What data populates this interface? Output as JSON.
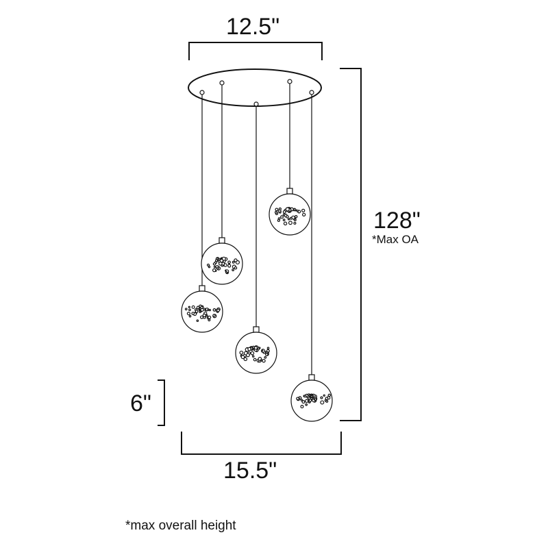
{
  "dimensions": {
    "canopy_width": "12.5\"",
    "overall_height": "128\"",
    "overall_height_note": "*Max OA",
    "globe_height": "6\"",
    "spread_width": "15.5\""
  },
  "footnote": "*max overall height"
}
